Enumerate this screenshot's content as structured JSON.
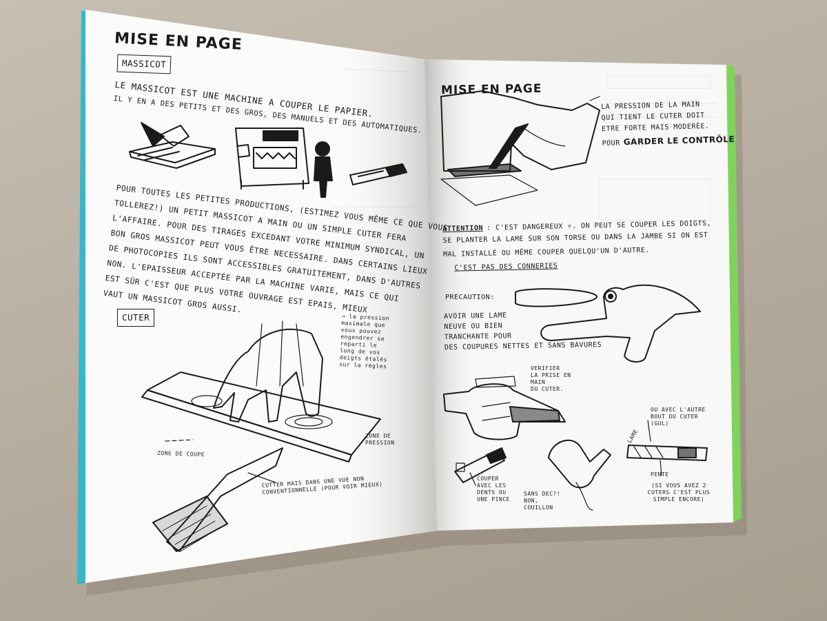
{
  "left_page": {
    "title": "MISE EN PAGE",
    "section_massicot": "MASSICOT",
    "intro_line1": "LE MASSICOT EST UNE MACHINE A COUPER LE PAPIER.",
    "intro_line2": "IL Y EN A DES PETITS ET DES GROS, DES MANUELS ET DES AUTOMATIQUES.",
    "para_lines": [
      "POUR TOUTES LES PETITES PRODUCTIONS, (ESTIMEZ VOUS MÊME CE QUE VOUS",
      "TOLLEREZ!) UN PETIT MASSICOT A MAIN OU UN SIMPLE CUTER FERA",
      "L'AFFAIRE. POUR DES TIRAGES EXCEDANT VOTRE MINIMUM SYNDICAL, UN",
      "BON GROS MASSICOT PEUT VOUS ÊTRE NECESSAIRE. DANS CERTAINS LIEUX",
      "DE PHOTOCOPIES ILS SONT ACCESSIBLES GRATUITEMENT, DANS D'AUTRES",
      "NON. L'EPAISSEUR ACCEPTÉE PAR LA MACHINE VARIE, MAIS CE QUI",
      "EST SÛR C'EST QUE PLUS VOTRE OUVRAGE EST EPAIS, MIEUX",
      "VAUT UN MASSICOT GROS AUSSI."
    ],
    "section_cuter": "CUTER",
    "note_pressure": "→ la pression maximale que vous pouvez engendrer se reparti le long de vos doigts étalés sur la règles",
    "label_zone_coupe": "ZONE DE COUPE",
    "label_zone_pression": "ZONE DE PRESSION",
    "caption_cutter": "CUTTER MAIS DANS UNE VUE NON CONVENTIONNELLE (POUR VOIR MIEUX)"
  },
  "right_page": {
    "title": "MISE EN PAGE",
    "pressure_line1": "LA PRESSION DE LA MAIN",
    "pressure_line2": "QUI TIENT LE CUTER DOIT",
    "pressure_line3": "ETRE FORTE MAIS MODERÉE.",
    "pressure_line4_pre": "POUR",
    "pressure_line4_bold": "GARDER LE CONTRÔLE",
    "attention_label": "ATTENTION",
    "attention_line1": ": C'EST DANGEREUX ⚡. ON PEUT SE COUPER LES DOIGTS,",
    "attention_line2": "SE PLANTER LA LAME SUR SON TORSE OU DANS LA JAMBE SI ON EST",
    "attention_line3": "MAL INSTALLÉ OU MÊME COUPER QUELQU'UN D'AUTRE.",
    "attention_line4": "C'EST PAS DES CONNERIES",
    "precaution_title": "PRECAUTION:",
    "precaution_line1": "AVOIR UNE LAME",
    "precaution_line2": "NEUVE OU BIEN",
    "precaution_line3": "TRANCHANTE POUR",
    "precaution_line4": "DES COUPURES NETTES ET SANS BAVURES",
    "verify_line1": "VERIFIER",
    "verify_line2": "LA PRISE EN",
    "verify_line3": "MAIN",
    "verify_line4": "DU CUTER.",
    "other_end": "OU AVEC L'AUTRE BOUT DU CUTER (GUL)",
    "label_lame": "LAME",
    "label_pente": "PENTE",
    "cut_tip": "COUPER AVEC LES DENTS OU UNE PINCE",
    "sans_dec": "SANS DEC?! NON, COUILLON",
    "two_cutters": "(SI VOUS AVEZ 2 CUTERS C'EST PLUS SIMPLE ENCORE)"
  },
  "colors": {
    "table": "#b9b1a4",
    "paper": "#fbfbf9",
    "ink": "#1a1a1a",
    "cover_left_edge": "#35b8c8",
    "cover_right_edge": "#7fd35a"
  }
}
